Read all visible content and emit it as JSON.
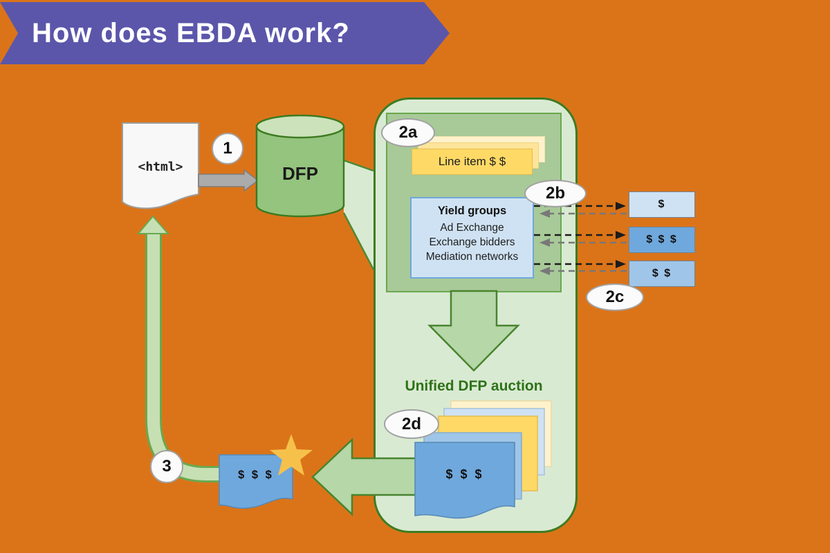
{
  "banner": {
    "title": "How does EBDA work?"
  },
  "steps": {
    "s1": "1",
    "s2a": "2a",
    "s2b": "2b",
    "s2c": "2c",
    "s2d": "2d",
    "s3": "3"
  },
  "page_doc": {
    "label": "<html>"
  },
  "dfp": {
    "label": "DFP"
  },
  "line_item": {
    "label": "Line item  $ $"
  },
  "yield_groups": {
    "title": "Yield groups",
    "items": [
      "Ad Exchange",
      "Exchange bidders",
      "Mediation networks"
    ]
  },
  "bids": {
    "low": "$",
    "high": "$ $ $",
    "mid": "$ $"
  },
  "auction": {
    "label": "Unified DFP auction",
    "stack_label": "$ $ $"
  },
  "winner": {
    "label": "$ $ $"
  },
  "icons": [
    "database-icon",
    "document-icon",
    "star-icon",
    "arrow-down-icon",
    "arrow-left-icon",
    "loop-arrow-icon"
  ],
  "colors": {
    "background_orange": "#DB7419",
    "banner_purple": "#5B56AA",
    "container_light_green": "#D9EAD3",
    "inner_green": "#A8C998",
    "arrow_green": "#B6D7A8",
    "loop_green": "#C6E0B4",
    "dark_green_text": "#2F7219",
    "cylinder_green": "#94C47E",
    "yellow_card": "#FFD966",
    "yellow_card_light": "#FFF2CC",
    "blue_light": "#CFE2F3",
    "blue_mid": "#9FC5E8",
    "blue_strong": "#6FA8DC",
    "star_gold": "#F6C14A"
  }
}
